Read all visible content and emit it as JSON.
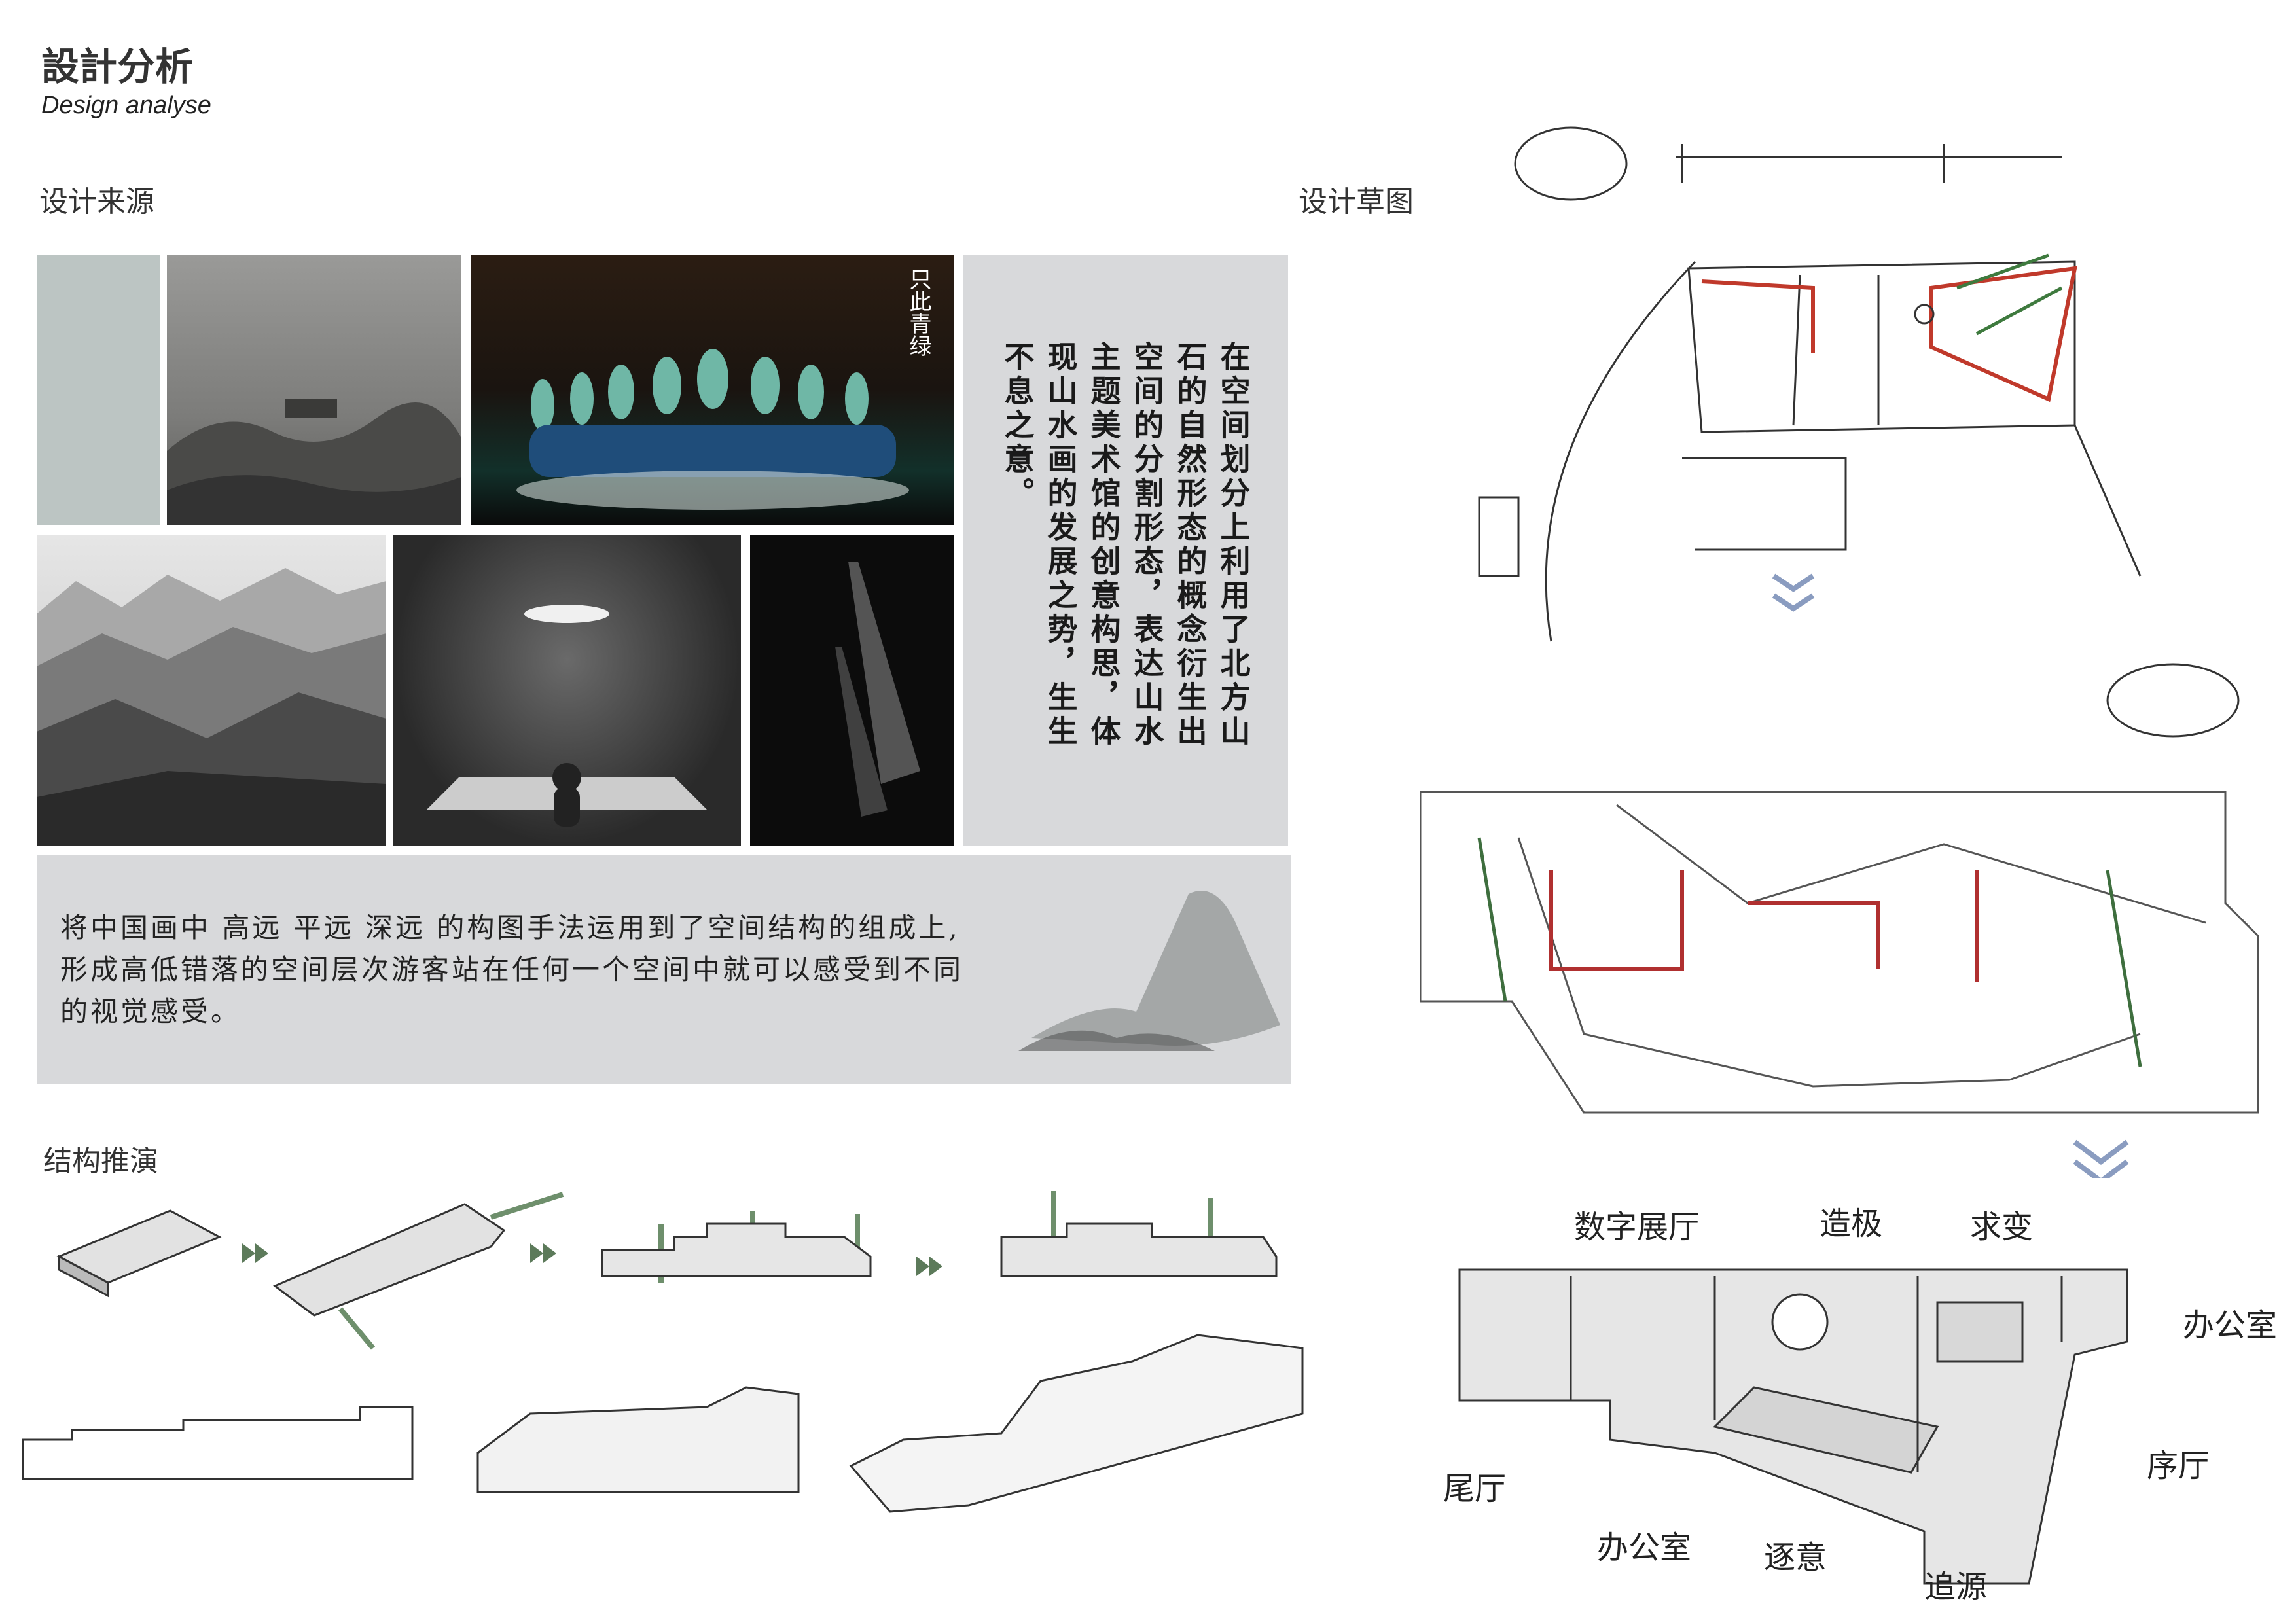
{
  "header": {
    "title": "設計分析",
    "subtitle": "Design analyse"
  },
  "sections": {
    "source": "设计来源",
    "sketch": "设计草图",
    "structure": "结构推演"
  },
  "source_panel": {
    "vertical_text": "在空间划分上利用了北方山石的自然形态的概念衍生出空间的分割形态，表达山水主题美术馆的创意构思，体现山水画的发展之势，生生不息之意。",
    "description": "将中国画中 高远 平远 深远 的构图手法运用到了空间结构的组成上,形成高低错落的空间层次游客站在任何一个空间中就可以感受到不同的视觉感受。",
    "poster_logo": "只此青绿"
  },
  "floor_plan": {
    "labels": [
      "数字展厅",
      "造极",
      "求变",
      "办公室",
      "序厅",
      "尾厅",
      "办公室",
      "逐意",
      "追源"
    ]
  },
  "colors": {
    "panel": "#d8d9db",
    "swatch": "#bcc5c3",
    "accent_green": "#5c7a5a",
    "arrow_blue": "#8a9cc0",
    "red": "#c0392b"
  }
}
